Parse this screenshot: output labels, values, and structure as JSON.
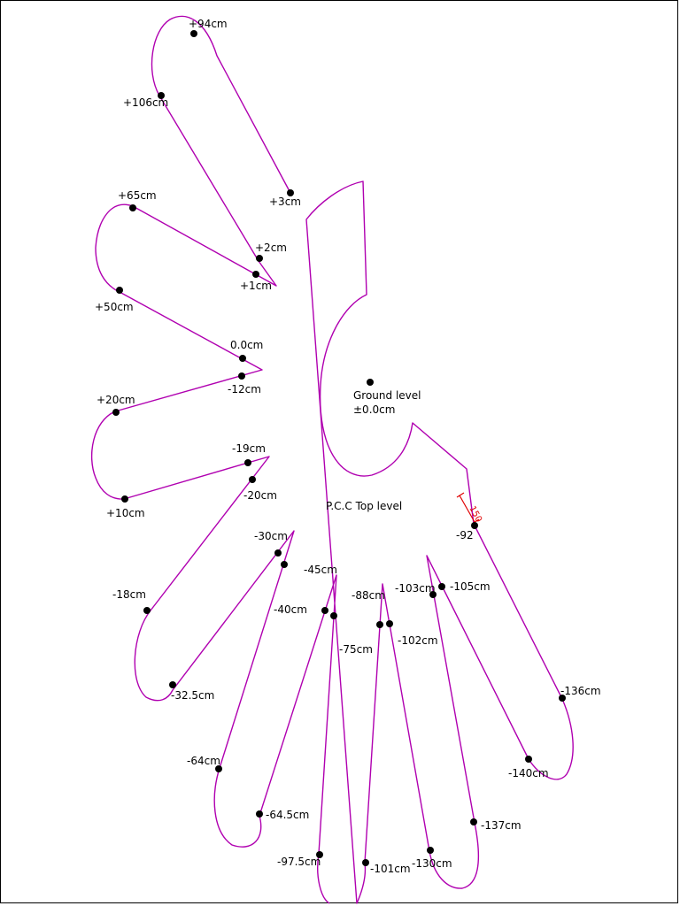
{
  "colors": {
    "outline": "#b000b0",
    "point": "#000000",
    "text": "#000000",
    "dimension": "#e00000"
  },
  "center": {
    "title": "Ground level",
    "value": "±0.0cm"
  },
  "pcc_label": "P.C.C Top level",
  "dimension_label": "150",
  "labels": {
    "p94": "+94cm",
    "p106": "+106cm",
    "p3": "+3cm",
    "p2": "+2cm",
    "p1": "+1cm",
    "p65": "+65cm",
    "p50": "+50cm",
    "p0": "0.0cm",
    "m12": "-12cm",
    "p20": "+20cm",
    "p10": "+10cm",
    "m19": "-19cm",
    "m20": "-20cm",
    "m18": "-18cm",
    "m30": "-30cm",
    "m40": "-40cm",
    "m32_5": "-32.5cm",
    "m64": "-64cm",
    "m64_5": "-64.5cm",
    "m45": "-45cm",
    "m75": "-75cm",
    "m97_5": "-97.5cm",
    "m88": "-88cm",
    "m102": "-102cm",
    "m101": "-101cm",
    "m103": "-103cm",
    "m105": "-105cm",
    "m130": "-130cm",
    "m137": "-137cm",
    "m92": "-92",
    "m136": "-136cm",
    "m140": "-140cm"
  }
}
